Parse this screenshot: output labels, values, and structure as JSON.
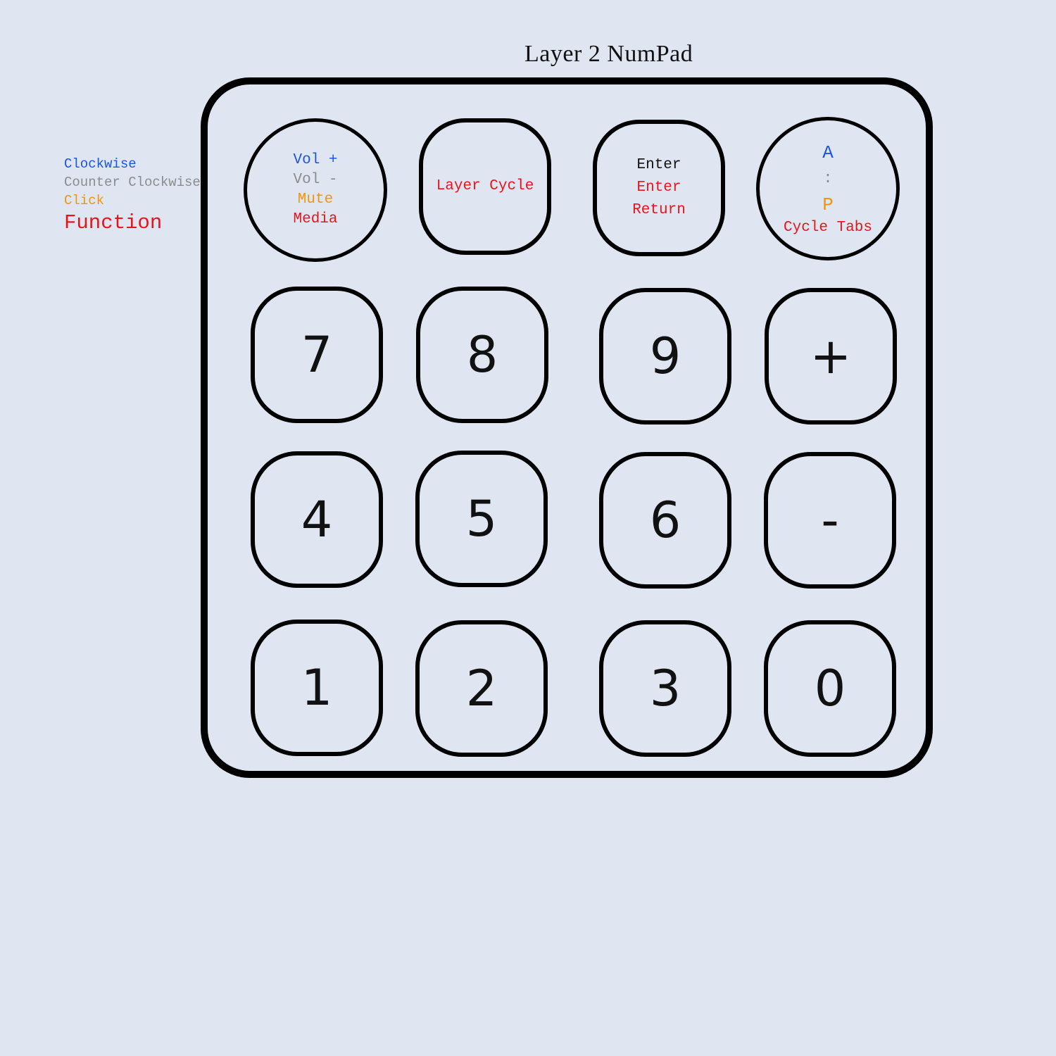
{
  "title": "Layer 2 NumPad",
  "legend": {
    "clockwise": "Clockwise",
    "counter_clockwise": "Counter Clockwise",
    "click": "Click",
    "function": "Function"
  },
  "colors": {
    "clockwise": "#1a56e0",
    "counter_clockwise": "#8c8c8c",
    "click": "#f0950c",
    "function": "#e8141a"
  },
  "top_row": {
    "knob_left": {
      "clockwise": "Vol +",
      "counter_clockwise": "Vol -",
      "click": "Mute",
      "function": "Media"
    },
    "key_layer": {
      "function": "Layer Cycle"
    },
    "key_enter": {
      "label": "Enter",
      "function_1": "Enter",
      "function_2": "Return"
    },
    "knob_right": {
      "clockwise": "A",
      "counter_clockwise": ":",
      "click": "P",
      "function": "Cycle Tabs"
    }
  },
  "keys": {
    "k7": "7",
    "k8": "8",
    "k9": "9",
    "plus": "+",
    "k4": "4",
    "k5": "5",
    "k6": "6",
    "minus": "-",
    "k1": "1",
    "k2": "2",
    "k3": "3",
    "k0": "0"
  }
}
